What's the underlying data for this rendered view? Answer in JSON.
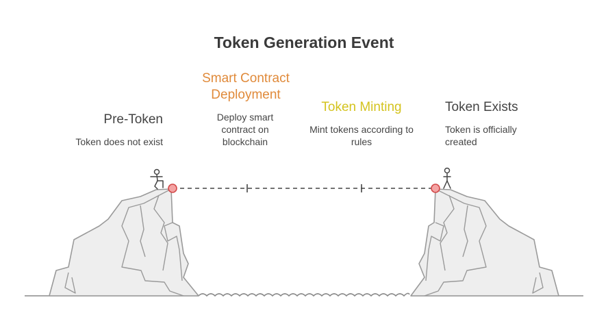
{
  "title": "Token Generation Event",
  "stages": [
    {
      "heading": "Pre-Token",
      "description": "Token does not exist",
      "heading_color": "#444444"
    },
    {
      "heading": "Smart Contract Deployment",
      "description": "Deploy smart contract on blockchain",
      "heading_color": "#e08a3a"
    },
    {
      "heading": "Token Minting",
      "description": "Mint tokens according to rules",
      "heading_color": "#d4c31e"
    },
    {
      "heading": "Token Exists",
      "description": "Token is officially created",
      "heading_color": "#444444"
    }
  ],
  "colors": {
    "cliff_fill": "#eeeeee",
    "cliff_stroke": "#9a9a9a",
    "line": "#444444",
    "endpoint_fill": "#f4a3a3",
    "endpoint_stroke": "#d24a4a",
    "ground": "#8a8a8a"
  }
}
